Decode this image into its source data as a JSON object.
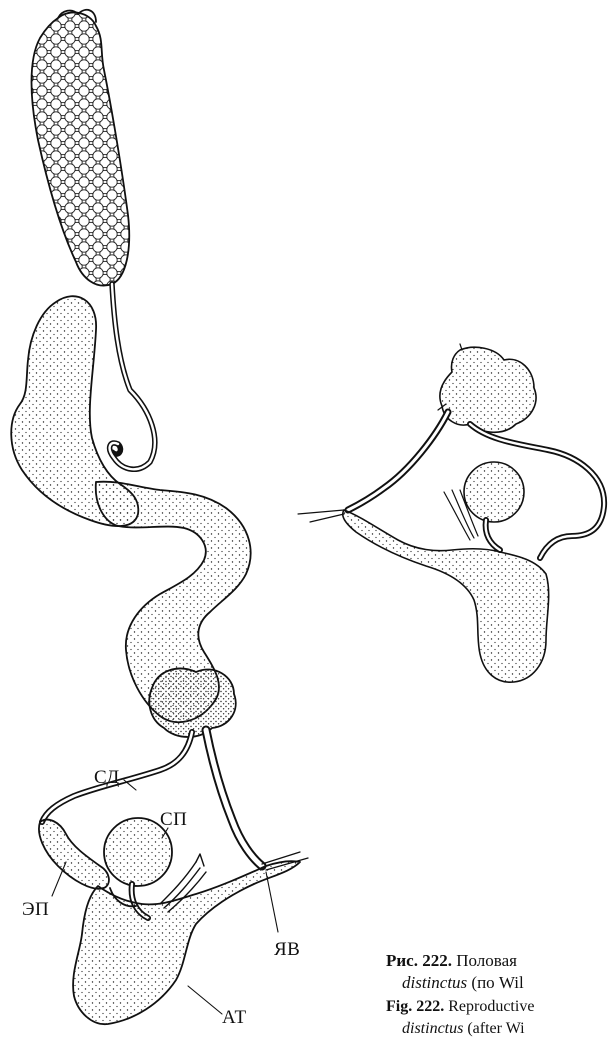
{
  "labels": {
    "sd": "СД",
    "sp": "СП",
    "ep": "ЭП",
    "yav": "ЯВ",
    "at": "АТ"
  },
  "caption_ru": {
    "fig": "Рис. 222.",
    "text": "Половая",
    "species": "distinctus",
    "source": "(по Wil"
  },
  "caption_en": {
    "fig": "Fig. 222.",
    "text": "Reproductive",
    "species": "distinctus",
    "source": "(after Wi"
  },
  "colors": {
    "ink": "#111111",
    "paper": "#ffffff"
  }
}
